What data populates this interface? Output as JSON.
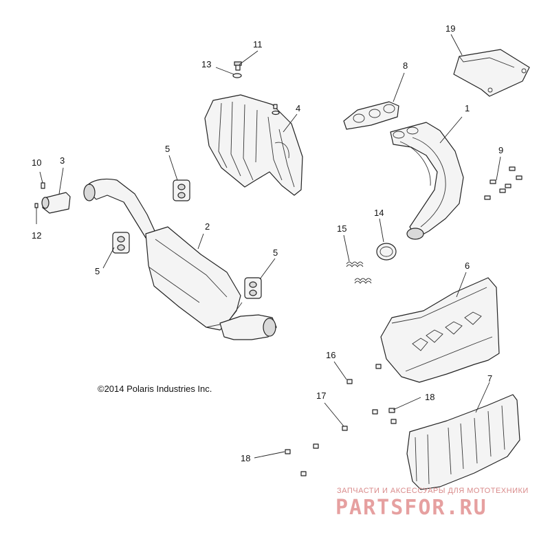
{
  "callouts": [
    "1",
    "2",
    "3",
    "4",
    "5",
    "5",
    "5",
    "6",
    "7",
    "8",
    "9",
    "10",
    "11",
    "12",
    "13",
    "14",
    "15",
    "16",
    "17",
    "18",
    "18",
    "19"
  ],
  "copyright": "©2014 Polaris Industries Inc.",
  "watermark": {
    "tagline": "ЗАПЧАСТИ И АКСЕССУАРЫ ДЛЯ МОТОТЕХНИКИ",
    "logo": "PARTSFOR.RU"
  },
  "colors": {
    "line": "#222222",
    "watermark": "#e6a0a0"
  }
}
